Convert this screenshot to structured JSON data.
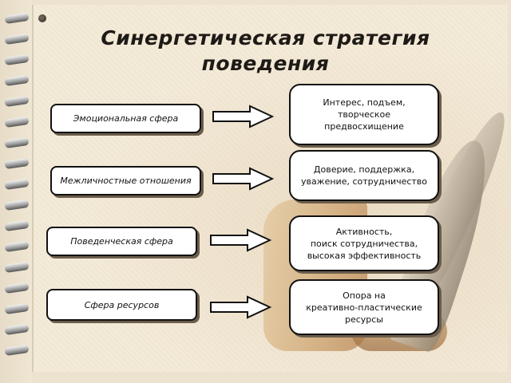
{
  "title": "Синергетическая стратегия поведения",
  "rows": [
    {
      "sphere": "Эмоциональная сфера",
      "result": "Интерес, подъем,\nтворческое\nпредвосхищение"
    },
    {
      "sphere": "Межличностные отношения",
      "result": "Доверие, поддержка,\nуважение, сотрудничество"
    },
    {
      "sphere": "Поведенческая сфера",
      "result": "Активность,\nпоиск сотрудничества,\nвысокая эффективность"
    },
    {
      "sphere": "Сфера ресурсов",
      "result": "Опора на\nкреативно-пластические\nресурсы"
    }
  ],
  "icons": {
    "arrow": "right-arrow-icon",
    "decoration": [
      "notebook-spiral-icon",
      "paper-scroll-icon",
      "quill-feather-icon"
    ]
  },
  "colors": {
    "box_border": "#111111",
    "box_fill": "#ffffff",
    "paper": "#f3ead8",
    "title": "#1e1a16"
  }
}
